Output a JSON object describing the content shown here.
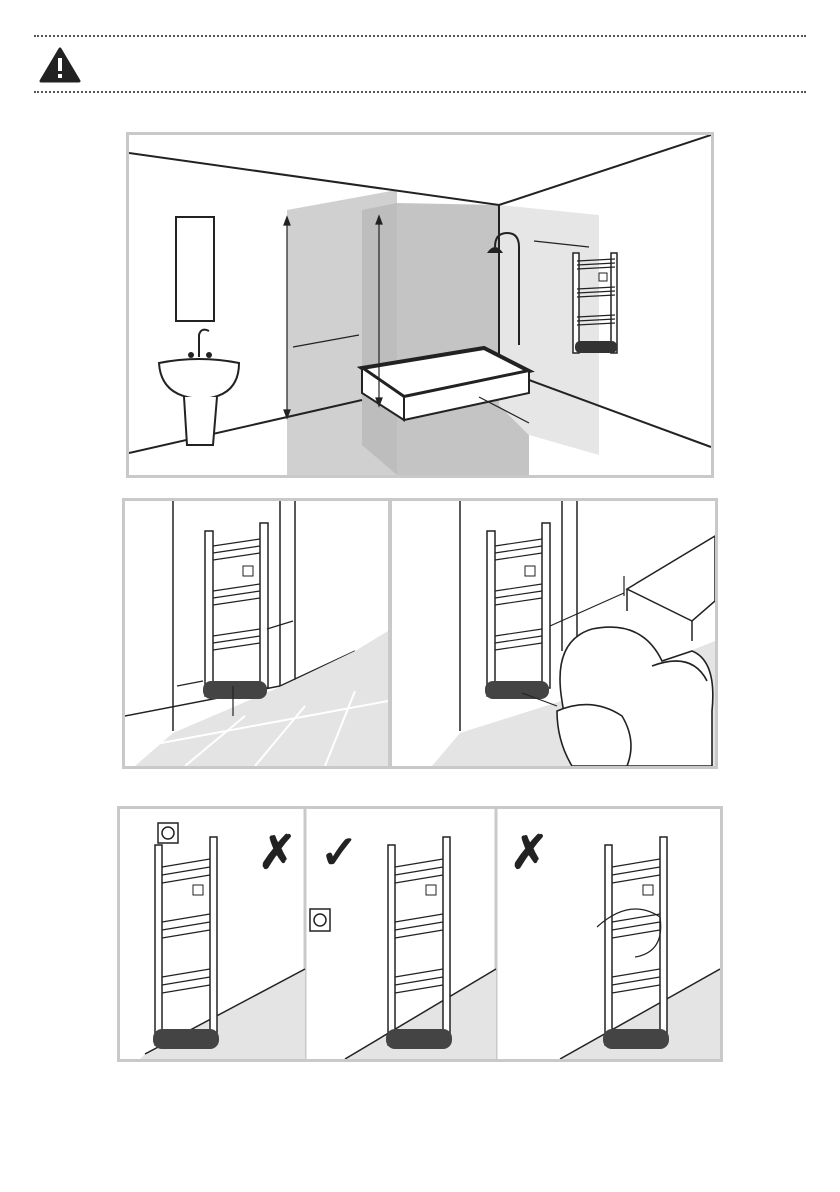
{
  "header": {
    "warning_icon": "warning-triangle-icon"
  },
  "figures": {
    "bathroom_zones": {
      "icons": [
        "mirror-icon",
        "washbasin-icon",
        "bathtub-icon",
        "shower-head-icon",
        "towel-radiator-icon"
      ]
    },
    "clearance": {
      "icons": [
        "towel-radiator-icon",
        "armchair-icon",
        "table-icon"
      ]
    },
    "socket_position": {
      "panels": [
        {
          "result": "incorrect",
          "mark": "✗"
        },
        {
          "result": "correct",
          "mark": "✓"
        },
        {
          "result": "incorrect",
          "mark": "✗"
        }
      ]
    }
  },
  "colors": {
    "zone_dark": "#b7b7b7",
    "zone_mid": "#cfcfcf",
    "zone_light": "#e6e6e6",
    "line": "#222222",
    "frame": "#c9c9c9"
  }
}
